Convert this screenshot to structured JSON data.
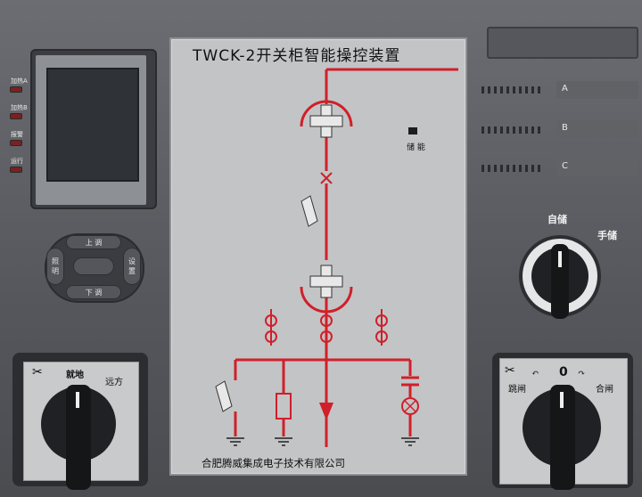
{
  "panel": {
    "title": "TWCK-2开关柜智能操控装置",
    "company": "合肥腾威集成电子技术有限公司",
    "storage_label": "储 能"
  },
  "leds": [
    {
      "label": "加热A"
    },
    {
      "label": "加热B"
    },
    {
      "label": "报警"
    },
    {
      "label": "运行"
    }
  ],
  "keypad": {
    "up": "上 调",
    "down": "下 调",
    "left": "照\n明",
    "right": "设\n置"
  },
  "slots": [
    {
      "label": "A"
    },
    {
      "label": "B"
    },
    {
      "label": "C"
    }
  ],
  "storage_switch": {
    "label_auto": "自储",
    "label_manual": "手储"
  },
  "local_remote_switch": {
    "label_local": "就地",
    "label_remote": "远方"
  },
  "open_close_switch": {
    "label_open": "跳闸",
    "label_zero": "0",
    "label_close": "合闸"
  },
  "colors": {
    "mimic_red": "#d0202a",
    "panel_gray": "#c3c4c6",
    "body_gray": "#5b5d62"
  }
}
